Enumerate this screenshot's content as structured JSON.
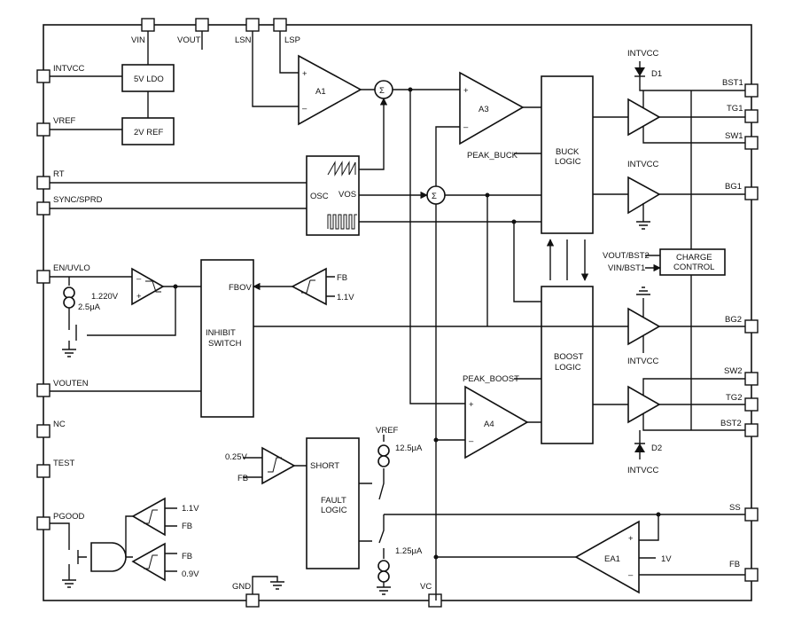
{
  "pins": {
    "vin": "VIN",
    "vout": "VOUT",
    "lsn": "LSN",
    "lsp": "LSP",
    "intvcc": "INTVCC",
    "vref": "VREF",
    "rt": "RT",
    "sync": "SYNC/SPRD",
    "enuvlo": "EN/UVLO",
    "vouten": "VOUTEN",
    "nc": "NC",
    "test": "TEST",
    "pgood": "PGOOD",
    "gnd": "GND",
    "vc": "VC",
    "bst1": "BST1",
    "tg1": "TG1",
    "sw1": "SW1",
    "bg1": "BG1",
    "bg2": "BG2",
    "sw2": "SW2",
    "tg2": "TG2",
    "bst2": "BST2",
    "ss": "SS",
    "fb": "FB"
  },
  "blocks": {
    "ldo": "5V LDO",
    "ref": "2V REF",
    "osc": "OSC",
    "vos": "VOS",
    "buck_logic": [
      "BUCK",
      "LOGIC"
    ],
    "boost_logic": [
      "BOOST",
      "LOGIC"
    ],
    "inhibit": [
      "INHIBIT",
      "SWITCH"
    ],
    "fault": [
      "FAULT",
      "LOGIC"
    ],
    "short": "SHORT",
    "charge": [
      "CHARGE",
      "CONTROL"
    ],
    "fbov": "FBOV"
  },
  "amps": {
    "a1": "A1",
    "a3": "A3",
    "a4": "A4",
    "ea1": "EA1"
  },
  "signals": {
    "peak_buck": "PEAK_BUCK",
    "peak_boost": "PEAK_BOOST",
    "vout_bst2": "VOUT/BST2",
    "vin_bst1": "VIN/BST1",
    "fb": "FB",
    "v11": "1.1V",
    "v09": "0.9V",
    "v025": "0.25V",
    "v1": "1V",
    "v1220": "1.220V",
    "i25": "2.5μA",
    "i125a": "12.5μA",
    "i125b": "1.25μA",
    "vref": "VREF",
    "intvcc": "INTVCC",
    "d1": "D1",
    "d2": "D2",
    "sigma": "Σ",
    "plus": "+",
    "minus": "–"
  }
}
